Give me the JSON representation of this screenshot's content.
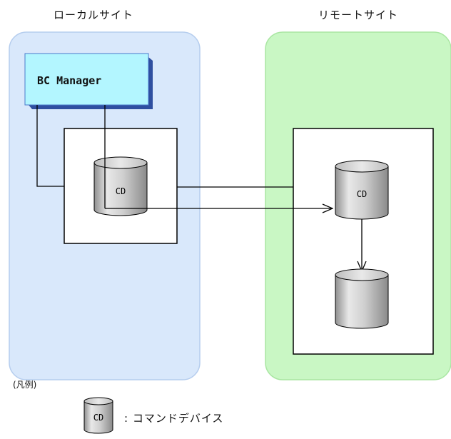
{
  "sites": {
    "local": {
      "label": "ローカルサイト"
    },
    "remote": {
      "label": "リモートサイト"
    }
  },
  "bc_manager": {
    "label": "BC Manager"
  },
  "devices": {
    "local_cd_label": "CD",
    "remote_cd_label": "CD"
  },
  "legend": {
    "heading": "(凡例)",
    "icon_label": "CD",
    "description": ": コマンドデバイス"
  },
  "colors": {
    "local_site_fill": "#d9e8fb",
    "local_site_stroke": "#b5cdee",
    "remote_site_fill": "#c9f7c4",
    "remote_site_stroke": "#a9e6a2",
    "bc_manager_fill": "#b3f6ff",
    "bc_manager_shadow": "#2f4fa0",
    "cylinder_fill": "#bdbdbd"
  }
}
